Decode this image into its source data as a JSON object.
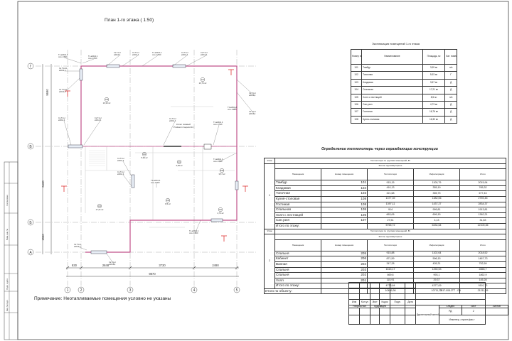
{
  "plan": {
    "title": "План 1-го этажа ( 1:50)",
    "axes_rows": [
      "Г",
      "В",
      "Б",
      "А"
    ],
    "axes_cols": [
      "1",
      "2",
      "3",
      "4",
      "5"
    ],
    "dims_bottom": [
      "830",
      "2848",
      "3730",
      "2490"
    ],
    "dim_total": "9870",
    "dims_left": [
      "6430",
      "1560"
    ],
    "dim_left_total": "9690",
    "boiler_label": [
      "Котел газовый",
      "ProtHerm Gepard 24"
    ],
    "rooms": [
      {
        "num": "107",
        "area": "16,76 м²"
      },
      {
        "num": "108",
        "area": "16,30 м²"
      },
      {
        "num": "102",
        "area": "5,93 м²"
      },
      {
        "num": "101",
        "area": "3,99 м²"
      },
      {
        "num": "103",
        "area": "3,57 м²"
      },
      {
        "num": "104",
        "area": "17,21 м²"
      },
      {
        "num": "105",
        "area": "8,5 м²"
      },
      {
        "num": "106",
        "area": "4,73 м²"
      }
    ],
    "leaders": [
      {
        "a": "Ск.Т1-Н",
        "b": "ø20х2,4"
      },
      {
        "a": "Ск.Т1-Н",
        "b": "ø20х2,4"
      },
      {
        "a": "Т1-ø20х2,4",
        "b": "отм.-0.500"
      },
      {
        "a": "Ск.Т1-Н",
        "b": "ø20х2,4"
      },
      {
        "a": "Ск.Т1-Н",
        "b": "ø20х2,4"
      },
      {
        "a": "Т1-ø20х2,4",
        "b": "отм.-0.500"
      },
      {
        "a": "Т1-ø20х2,4",
        "b": "отм.-0.500"
      },
      {
        "a": "Ск.Т1-Н1",
        "b": "ø20х2,4"
      },
      {
        "a": "Ск.Т1-Н1",
        "b": "ø20х2,4"
      },
      {
        "a": "Ск.Т1-Н",
        "b": "ø20х2,4"
      },
      {
        "a": "Ск.Т1-Н",
        "b": "ø20х2,4"
      },
      {
        "a": "Ск.Т1-Н",
        "b": "ø20х2,4"
      },
      {
        "a": "Т1-ø20х2,4",
        "b": "отм.-0.500"
      },
      {
        "a": "Ск.Т1-Н",
        "b": "ø20х2,4"
      },
      {
        "a": "Ск.Т1-Н",
        "b": "ø20х2,4"
      },
      {
        "a": "Т1-ø20х2,4",
        "b": "отм.-0.500"
      },
      {
        "a": "Т1-ø20х2,4",
        "b": "отм.-0.500"
      },
      {
        "a": "Ск.Т1-Н",
        "b": "ø20х2,4"
      },
      {
        "a": "Ск.Т1-Н",
        "b": "ø20х2,4"
      },
      {
        "a": "Т1-ø20х2,4",
        "b": "отм.-0.500"
      },
      {
        "a": "Т1-ø20х2,4",
        "b": "отм.-0.500"
      },
      {
        "a": "Ск.Т1-Н",
        "b": "ø20х2,4"
      },
      {
        "a": "Ск.Т1-Н",
        "b": "ø20х2,4"
      }
    ],
    "note": "Примечание: Неотапливаемые помещения условно не указаны"
  },
  "explication": {
    "title": "Экспликация помещений 1-го этажа",
    "headers": [
      "Номер помещения",
      "Наименование",
      "Площадь, м²",
      "Кат. помещения"
    ],
    "rows": [
      [
        "101",
        "Тамбур",
        "3,99 м²",
        "н/п"
      ],
      [
        "102",
        "Топочная",
        "5,93 м²",
        "Г"
      ],
      [
        "103",
        "Кладовая",
        "3,57 м²",
        "Д"
      ],
      [
        "104",
        "Спальная",
        "17,21 м²",
        "Д"
      ],
      [
        "105",
        "Холл с лестницей",
        "8,5 м²",
        "н/п"
      ],
      [
        "106",
        "Сан.узел",
        "4,73 м²",
        "Д"
      ],
      [
        "107",
        "Гостиная",
        "16,76 м²",
        "Д"
      ],
      [
        "108",
        "Кухня-столовая",
        "16,30 м²",
        "Д"
      ]
    ]
  },
  "heat_loss": {
    "title": "Определение теплопотерь через ограждающие конструкции",
    "floor_label": "Этаж",
    "group_header": "Теплопотери по группам помещений, Вт",
    "building_type": "Жилое одноквартирное",
    "headers": [
      "Помещения",
      "Номер помещения",
      "Теплопотери",
      "Инфильтрация",
      "Итого"
    ],
    "floors": [
      {
        "floor": "1",
        "rows": [
          [
            "Тамбур",
            "101",
            "915,15",
            "1100,79",
            "2015,94"
          ],
          [
            "Кладовая",
            "104",
            "410,13",
            "355,19",
            "765,32"
          ],
          [
            "Топочная",
            "103",
            "321,68",
            "355,75",
            "677,43"
          ],
          [
            "Кухня-столовая",
            "108",
            "1377,39",
            "1382,06",
            "2759,45"
          ],
          [
            "Гостиная",
            "108",
            "1397,11",
            "1437,27",
            "2834,37"
          ],
          [
            "Спальная",
            "105",
            "914",
            "999,81",
            "1913,81"
          ],
          [
            "Холл с лестницей",
            "106",
            "663,06",
            "699,15",
            "1362,21"
          ],
          [
            "Сан.узел",
            "107",
            "27,51",
            "4,13",
            "31,63"
          ]
        ],
        "total": [
          "Итого по этажу:",
          "5765,72",
          "6334,64",
          "12100,36"
        ]
      },
      {
        "floor": "2",
        "rows": [
          [
            "Спальня",
            "205",
            "915,88",
            "1102,64",
            "2018,52"
          ],
          [
            "Кабинет",
            "206",
            "871,59",
            "596,15",
            "1467,73"
          ],
          [
            "Ванная",
            "204",
            "347,28",
            "405,31",
            "752,59"
          ],
          [
            "Спальня",
            "203",
            "1615,17",
            "1250,53",
            "2865,7"
          ],
          [
            "Спальня",
            "202",
            "869,8",
            "993,1",
            "1862,9"
          ],
          [
            "Холл",
            "201",
            "115,91",
            "29,37",
            "145,28"
          ]
        ],
        "total": [
          "Итого по этажу:",
          "4733,64",
          "4377,09",
          "9110,73"
        ]
      }
    ],
    "grand_total": [
      "Итого по объекту:",
      "10499,36",
      "10711,73",
      "21211,09"
    ]
  },
  "title_block": {
    "code": "2017-008-2ТТ - ОВ",
    "cols": [
      "Изм",
      "Кол.уч",
      "Лист",
      "№док",
      "Подп.",
      "Дата"
    ],
    "developer_role": "Разработал",
    "developer_name": "Кудрявцев",
    "object": "Двухэтажный жилой дом",
    "stage_h": "Стадия",
    "sheet_h": "Лист",
    "sheets_h": "Листов",
    "stage": "РД",
    "sheet": "2",
    "org": "Инженер.-строит.фак-т"
  },
  "side_stamp": [
    "Согласовано",
    "Взам. инв. №",
    "Подп. и дата",
    "Инв. № подл."
  ],
  "colors": {
    "wall": "#c0508a",
    "pipe": "#d0306a",
    "grid": "#9a9a9a",
    "line": "#333333"
  }
}
